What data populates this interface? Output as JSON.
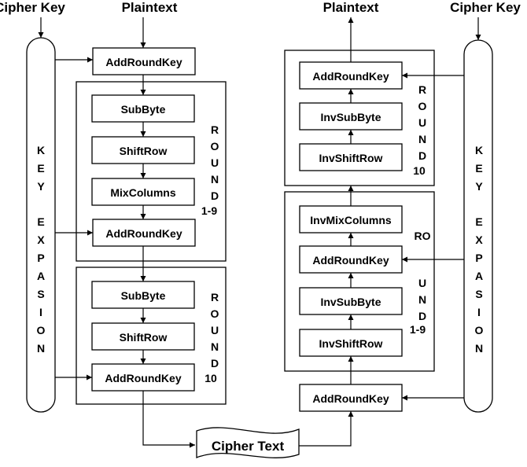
{
  "labels": {
    "cipher_key": "Cipher Key",
    "plaintext": "Plaintext",
    "key_expansion": "KEY EXPASION",
    "round": "ROUND",
    "round_1_9": "1-9",
    "round_10": "10",
    "cipher_text": "Cipher Text"
  },
  "encryption": {
    "initial": "AddRoundKey",
    "main_rounds": [
      "SubByte",
      "ShiftRow",
      "MixColumns",
      "AddRoundKey"
    ],
    "final_round": [
      "SubByte",
      "ShiftRow",
      "AddRoundKey"
    ]
  },
  "decryption": {
    "round_10": [
      "AddRoundKey",
      "InvSubByte",
      "InvShiftRow"
    ],
    "rounds_1_9": [
      "InvMixColumns",
      "AddRoundKey",
      "InvSubByte",
      "InvShiftRow"
    ],
    "initial": "AddRoundKey"
  }
}
